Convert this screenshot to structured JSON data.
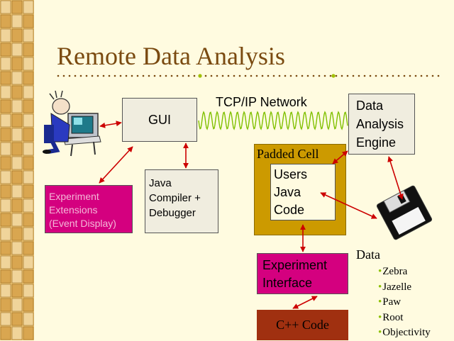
{
  "slide": {
    "title": "Remote Data Analysis",
    "network_label": "TCP/IP Network",
    "gui_label": "GUI",
    "engine_lines": [
      "Data",
      "Analysis",
      "Engine"
    ],
    "java_compiler_lines": [
      "Java",
      "Compiler +",
      "Debugger"
    ],
    "extensions_lines": [
      "Experiment",
      "Extensions",
      "(Event Display)"
    ],
    "padded_cell_label": "Padded Cell",
    "users_code_lines": [
      "Users",
      "Java",
      "Code"
    ],
    "experiment_interface_lines": [
      "Experiment",
      "Interface"
    ],
    "cpp_label": "C++ Code",
    "data_heading": "Data",
    "data_items": [
      "Zebra",
      "Jazelle",
      "Paw",
      "Root",
      "Objectivity"
    ]
  },
  "colors": {
    "background": "#fffbe0",
    "title": "#7a4a10",
    "magenta_box": "#d4007f",
    "padded_cell": "#cc9a00",
    "cpp_box": "#a03010",
    "arrows": "#cc0000",
    "network_wave": "#7fc000",
    "bullet": "#8cc000"
  }
}
